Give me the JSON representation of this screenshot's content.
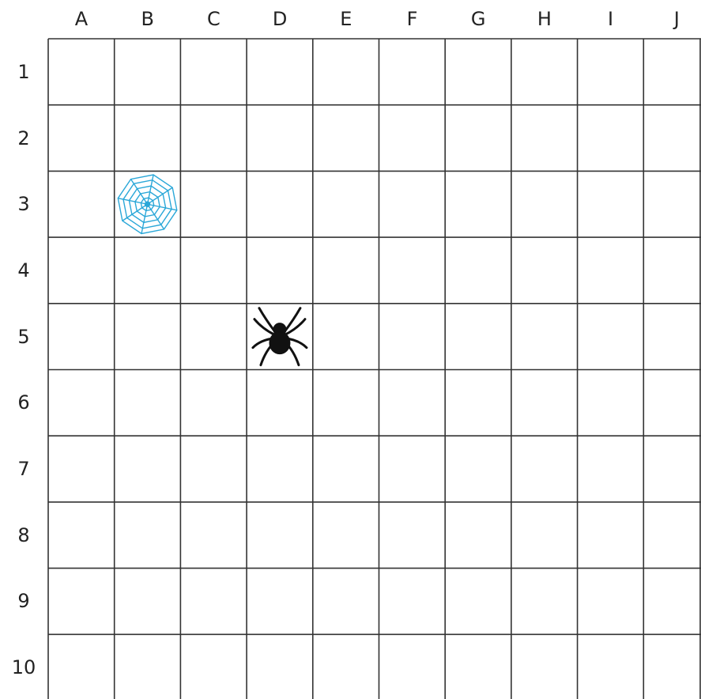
{
  "board": {
    "columns": [
      "A",
      "B",
      "C",
      "D",
      "E",
      "F",
      "G",
      "H",
      "I",
      "J"
    ],
    "rows": [
      "1",
      "2",
      "3",
      "4",
      "5",
      "6",
      "7",
      "8",
      "9",
      "10"
    ]
  },
  "pieces": [
    {
      "name": "spider-web",
      "icon": "spider-web-icon",
      "column": "B",
      "row": "3",
      "color": "#2aa7d8"
    },
    {
      "name": "spider",
      "icon": "spider-icon",
      "column": "D",
      "row": "5",
      "color": "#111111"
    }
  ]
}
